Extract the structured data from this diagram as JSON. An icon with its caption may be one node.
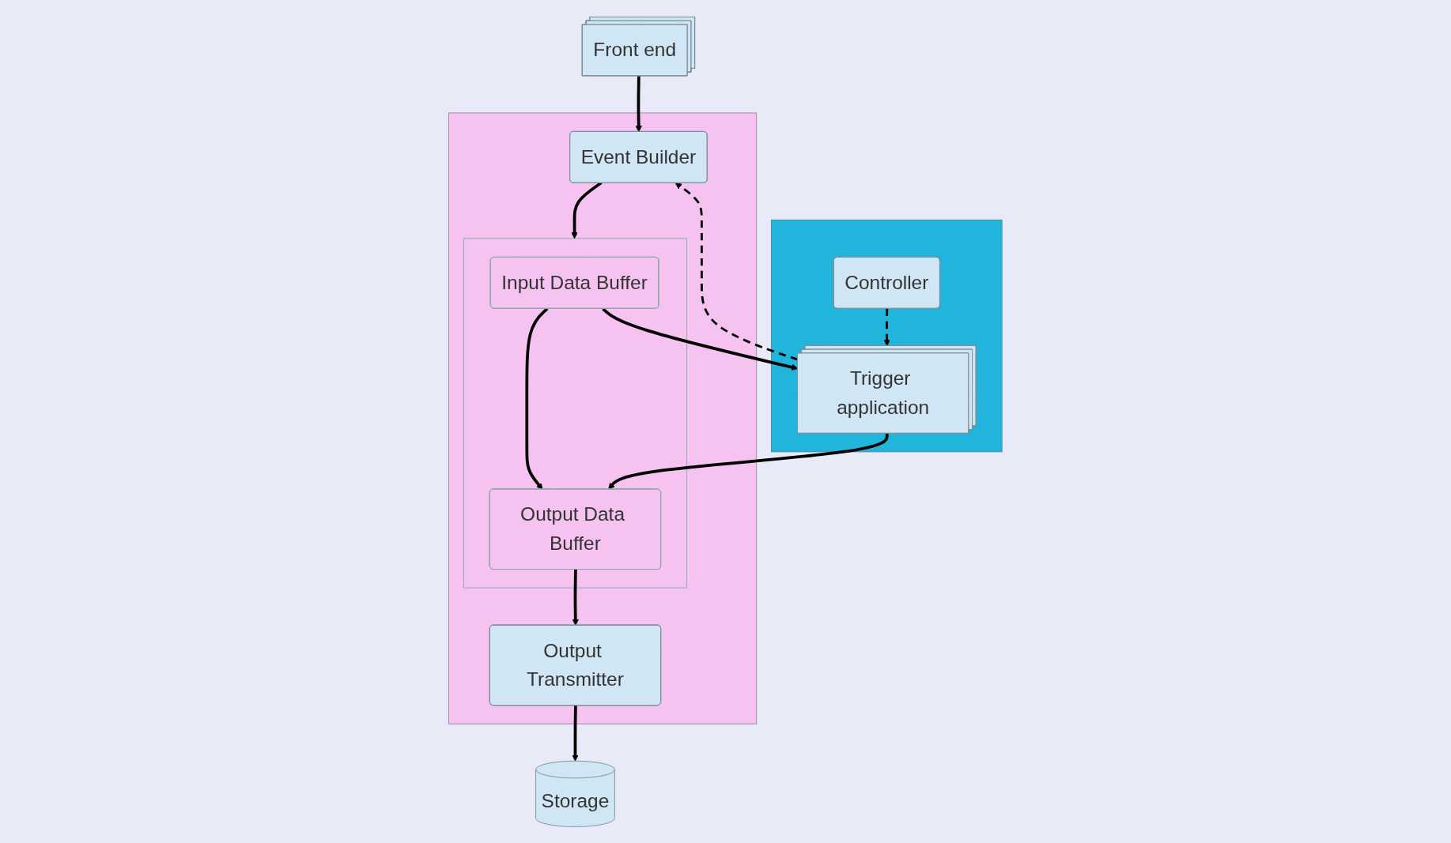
{
  "diagram": {
    "nodes": [
      {
        "text": [
          "Front end"
        ]
      },
      {
        "text": [
          "Storage"
        ]
      },
      {
        "text": [],
        "shape": "box"
      },
      {
        "text": [
          "Controller"
        ],
        "in": 2
      },
      {
        "text": [
          "Trigger application"
        ],
        "in": 2
      },
      {
        "text": [],
        "shape": "box"
      },
      {
        "text": [
          "Event Builder"
        ],
        "in": 5
      },
      {
        "text": [],
        "shape": "box",
        "in": 5
      },
      {
        "text": [
          "Input Data Buffer"
        ],
        "in": 7
      },
      {
        "text": [
          "Output Data Buffer"
        ],
        "in": 7
      },
      {
        "text": [
          "Output Transmitter"
        ],
        "in": 5
      }
    ],
    "edges": [
      {
        "from": 0,
        "to": 6,
        "arrow": "to"
      },
      {
        "from": 3,
        "to": 4,
        "arrow": "to",
        "style": "dashed"
      },
      {
        "from": 4,
        "to": 6,
        "arrow": "to",
        "style": "dashed"
      },
      {
        "from": 6,
        "to": 7,
        "arrow": "to"
      },
      {
        "from": 8,
        "to": 4,
        "arrow": "to"
      },
      {
        "from": 8,
        "to": 9,
        "arrow": "to"
      },
      {
        "from": 4,
        "to": 9,
        "arrow": "to"
      },
      {
        "from": 9,
        "to": 10,
        "arrow": "to"
      },
      {
        "from": 10,
        "to": 1,
        "arrow": "to"
      }
    ]
  }
}
